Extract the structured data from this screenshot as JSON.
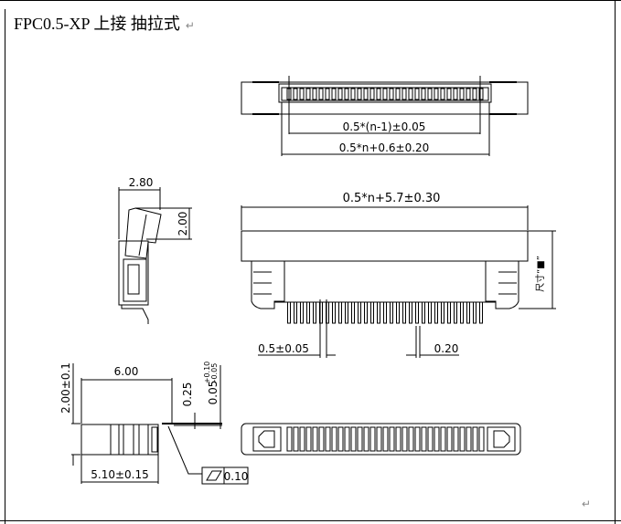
{
  "title": "FPC0.5-XP  上接  抽拉式",
  "paragraph_mark": "↵",
  "dimensions": {
    "pitch_span": "0.5*(n-1)±0.05",
    "inner_width": "0.5*n+0.6±0.20",
    "overall_width": "0.5*n+5.7±0.30",
    "side_height_label": "尺寸“■”",
    "pitch": "0.5±0.05",
    "pin_width": "0.20",
    "actuator_width": "2.80",
    "actuator_height": "2.00",
    "depth": "6.00",
    "height": "2.00±0.1",
    "base_depth": "5.10±0.15",
    "pin_offset": "0.25",
    "coplanarity_tol": "0.05",
    "coplanarity_tol_upper": "+0.10",
    "coplanarity_tol_lower": "-0.05",
    "flatness": "0.10"
  }
}
